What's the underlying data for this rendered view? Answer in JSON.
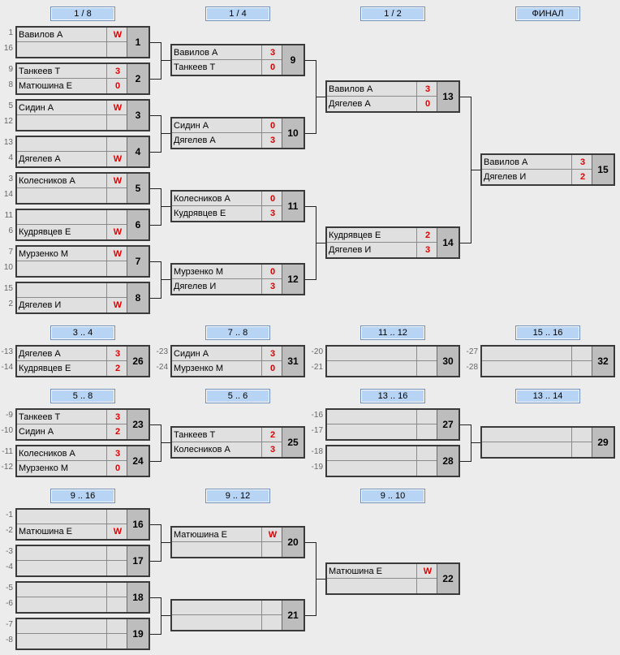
{
  "headers": {
    "r16": "1 / 8",
    "qf": "1 / 4",
    "sf": "1 / 2",
    "final": "ФИНАЛ",
    "p3_4": "3 .. 4",
    "p7_8": "7 .. 8",
    "p11_12": "11 .. 12",
    "p15_16": "15 .. 16",
    "p5_8": "5 .. 8",
    "p5_6": "5 .. 6",
    "p13_16": "13 .. 16",
    "p13_14": "13 .. 14",
    "p9_16": "9 .. 16",
    "p9_12": "9 .. 12",
    "p9_10": "9 .. 10"
  },
  "seeds": {
    "m1": [
      "1",
      "16"
    ],
    "m2": [
      "9",
      "8"
    ],
    "m3": [
      "5",
      "12"
    ],
    "m4": [
      "13",
      "4"
    ],
    "m5": [
      "3",
      "14"
    ],
    "m6": [
      "11",
      "6"
    ],
    "m7": [
      "7",
      "10"
    ],
    "m8": [
      "15",
      "2"
    ],
    "m26": [
      "-13",
      "-14"
    ],
    "m31": [
      "-23",
      "-24"
    ],
    "m30": [
      "-20",
      "-21"
    ],
    "m32": [
      "-27",
      "-28"
    ],
    "m23": [
      "-9",
      "-10"
    ],
    "m24": [
      "-11",
      "-12"
    ],
    "m27": [
      "-16",
      "-17"
    ],
    "m28": [
      "-18",
      "-19"
    ],
    "m16": [
      "-1",
      "-2"
    ],
    "m17": [
      "-3",
      "-4"
    ],
    "m18": [
      "-5",
      "-6"
    ],
    "m19": [
      "-7",
      "-8"
    ]
  },
  "matches": {
    "m1": {
      "num": "1",
      "p1": "Вавилов А",
      "s1": "W",
      "p2": "",
      "s2": ""
    },
    "m2": {
      "num": "2",
      "p1": "Танкеев Т",
      "s1": "3",
      "p2": "Матюшина Е",
      "s2": "0"
    },
    "m3": {
      "num": "3",
      "p1": "Сидин А",
      "s1": "W",
      "p2": "",
      "s2": ""
    },
    "m4": {
      "num": "4",
      "p1": "",
      "s1": "",
      "p2": "Дягелев А",
      "s2": "W"
    },
    "m5": {
      "num": "5",
      "p1": "Колесников А",
      "s1": "W",
      "p2": "",
      "s2": ""
    },
    "m6": {
      "num": "6",
      "p1": "",
      "s1": "",
      "p2": "Кудрявцев Е",
      "s2": "W"
    },
    "m7": {
      "num": "7",
      "p1": "Мурзенко М",
      "s1": "W",
      "p2": "",
      "s2": ""
    },
    "m8": {
      "num": "8",
      "p1": "",
      "s1": "",
      "p2": "Дягелев И",
      "s2": "W"
    },
    "m9": {
      "num": "9",
      "p1": "Вавилов А",
      "s1": "3",
      "p2": "Танкеев Т",
      "s2": "0"
    },
    "m10": {
      "num": "10",
      "p1": "Сидин А",
      "s1": "0",
      "p2": "Дягелев А",
      "s2": "3"
    },
    "m11": {
      "num": "11",
      "p1": "Колесников А",
      "s1": "0",
      "p2": "Кудрявцев Е",
      "s2": "3"
    },
    "m12": {
      "num": "12",
      "p1": "Мурзенко М",
      "s1": "0",
      "p2": "Дягелев И",
      "s2": "3"
    },
    "m13": {
      "num": "13",
      "p1": "Вавилов А",
      "s1": "3",
      "p2": "Дягелев А",
      "s2": "0"
    },
    "m14": {
      "num": "14",
      "p1": "Кудрявцев Е",
      "s1": "2",
      "p2": "Дягелев И",
      "s2": "3"
    },
    "m15": {
      "num": "15",
      "p1": "Вавилов А",
      "s1": "3",
      "p2": "Дягелев И",
      "s2": "2"
    },
    "m26": {
      "num": "26",
      "p1": "Дягелев А",
      "s1": "3",
      "p2": "Кудрявцев Е",
      "s2": "2"
    },
    "m31": {
      "num": "31",
      "p1": "Сидин А",
      "s1": "3",
      "p2": "Мурзенко М",
      "s2": "0"
    },
    "m30": {
      "num": "30",
      "p1": "",
      "s1": "",
      "p2": "",
      "s2": ""
    },
    "m32": {
      "num": "32",
      "p1": "",
      "s1": "",
      "p2": "",
      "s2": ""
    },
    "m23": {
      "num": "23",
      "p1": "Танкеев Т",
      "s1": "3",
      "p2": "Сидин А",
      "s2": "2"
    },
    "m24": {
      "num": "24",
      "p1": "Колесников А",
      "s1": "3",
      "p2": "Мурзенко М",
      "s2": "0"
    },
    "m25": {
      "num": "25",
      "p1": "Танкеев Т",
      "s1": "2",
      "p2": "Колесников А",
      "s2": "3"
    },
    "m27": {
      "num": "27",
      "p1": "",
      "s1": "",
      "p2": "",
      "s2": ""
    },
    "m28": {
      "num": "28",
      "p1": "",
      "s1": "",
      "p2": "",
      "s2": ""
    },
    "m29": {
      "num": "29",
      "p1": "",
      "s1": "",
      "p2": "",
      "s2": ""
    },
    "m16": {
      "num": "16",
      "p1": "",
      "s1": "",
      "p2": "Матюшина Е",
      "s2": "W"
    },
    "m17": {
      "num": "17",
      "p1": "",
      "s1": "",
      "p2": "",
      "s2": ""
    },
    "m18": {
      "num": "18",
      "p1": "",
      "s1": "",
      "p2": "",
      "s2": ""
    },
    "m19": {
      "num": "19",
      "p1": "",
      "s1": "",
      "p2": "",
      "s2": ""
    },
    "m20": {
      "num": "20",
      "p1": "Матюшина Е",
      "s1": "W",
      "p2": "",
      "s2": ""
    },
    "m21": {
      "num": "21",
      "p1": "",
      "s1": "",
      "p2": "",
      "s2": ""
    },
    "m22": {
      "num": "22",
      "p1": "Матюшина Е",
      "s1": "W",
      "p2": "",
      "s2": ""
    }
  }
}
